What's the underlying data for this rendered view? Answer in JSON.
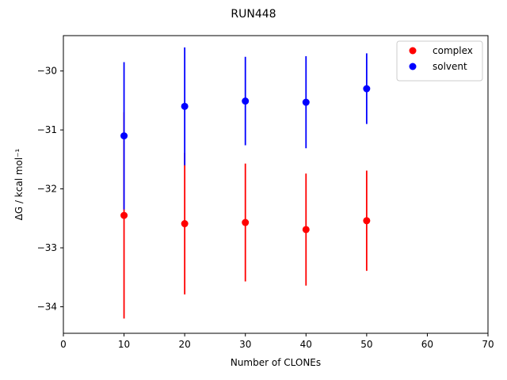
{
  "chart_data": {
    "type": "scatter",
    "title": "RUN448",
    "xlabel": "Number of CLONEs",
    "ylabel": "ΔG / kcal mol⁻¹",
    "xlim": [
      0,
      70
    ],
    "ylim": [
      -34.45,
      -29.4
    ],
    "xticks": [
      0,
      10,
      20,
      30,
      40,
      50,
      60,
      70
    ],
    "yticks": [
      -34,
      -33,
      -32,
      -31,
      -30
    ],
    "grid": false,
    "legend_position": "top-right",
    "series": [
      {
        "name": "complex",
        "color": "#ff0000",
        "points": [
          {
            "x": 10,
            "y": -32.45,
            "err": 1.75
          },
          {
            "x": 20,
            "y": -32.59,
            "err": 1.2
          },
          {
            "x": 30,
            "y": -32.57,
            "err": 1.0
          },
          {
            "x": 40,
            "y": -32.69,
            "err": 0.95
          },
          {
            "x": 50,
            "y": -32.54,
            "err": 0.85
          }
        ]
      },
      {
        "name": "solvent",
        "color": "#0000ff",
        "points": [
          {
            "x": 10,
            "y": -31.1,
            "err": 1.25
          },
          {
            "x": 20,
            "y": -30.6,
            "err": 1.0
          },
          {
            "x": 30,
            "y": -30.51,
            "err": 0.75
          },
          {
            "x": 40,
            "y": -30.53,
            "err": 0.78
          },
          {
            "x": 50,
            "y": -30.3,
            "err": 0.6
          }
        ]
      }
    ]
  }
}
